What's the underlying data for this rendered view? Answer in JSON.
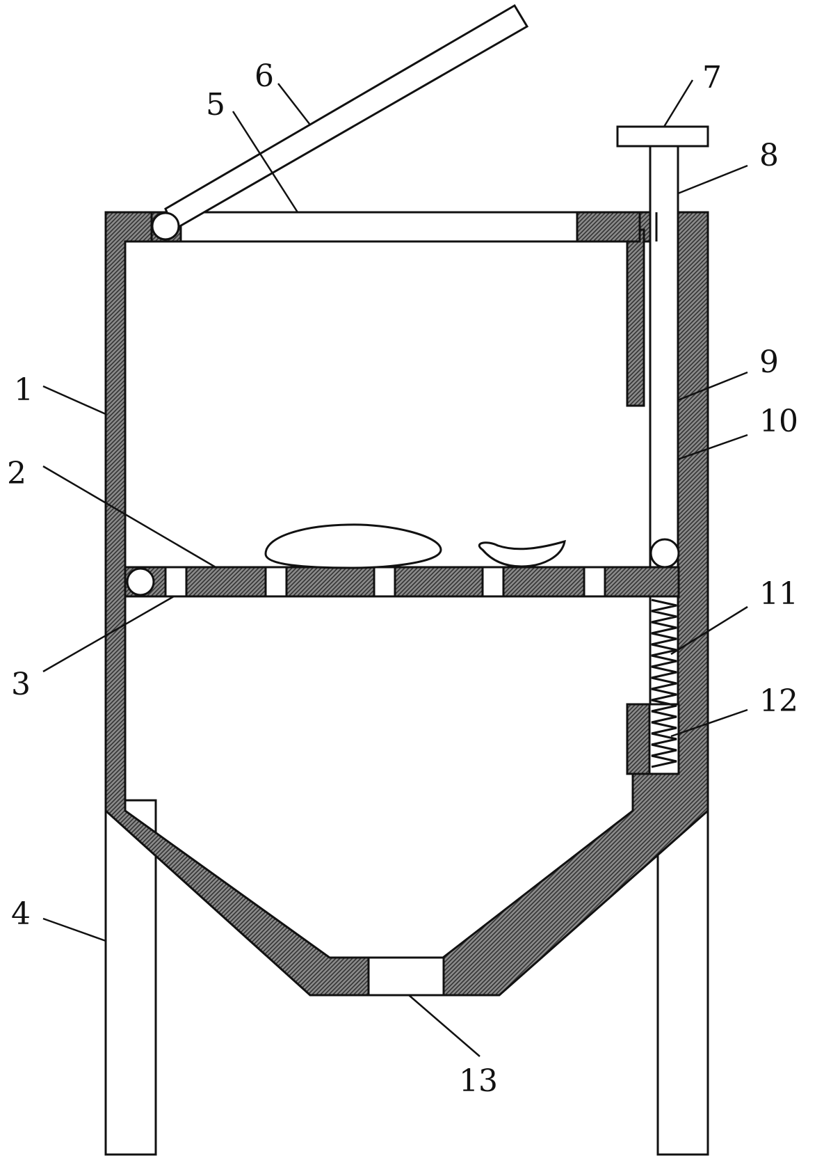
{
  "diagram": {
    "colors": {
      "ink": "#111111",
      "hatch_bg": "#8a8a8a",
      "hatch_line": "#333333",
      "paper": "#ffffff"
    },
    "labels": {
      "l1": "1",
      "l2": "2",
      "l3": "3",
      "l4": "4",
      "l5": "5",
      "l6": "6",
      "l7": "7",
      "l8": "8",
      "l9": "9",
      "l10": "10",
      "l11": "11",
      "l12": "12",
      "l13": "13"
    }
  }
}
